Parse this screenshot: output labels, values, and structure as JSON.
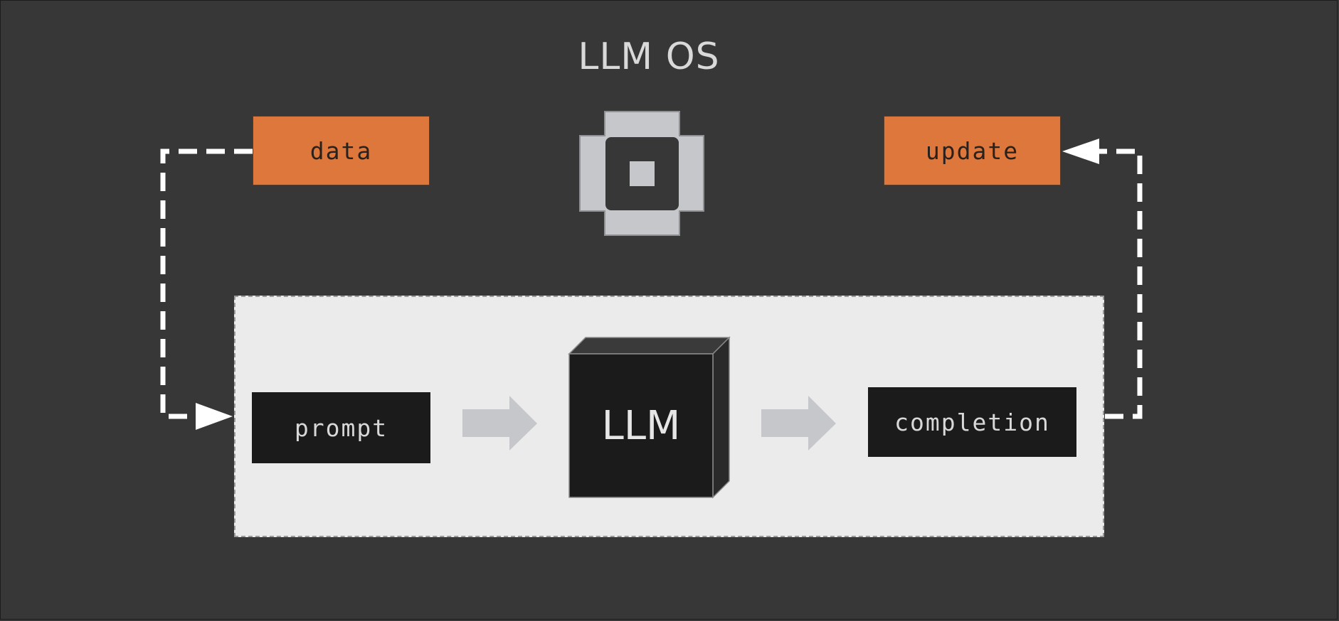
{
  "title": "LLM OS",
  "top_nodes": {
    "data": "data",
    "update": "update"
  },
  "pipeline": {
    "prompt": "prompt",
    "model": "LLM",
    "completion": "completion"
  },
  "icons": {
    "os_chip": "chip-icon",
    "forward_arrows": "arrow-right-icon",
    "model_block": "cube-icon"
  },
  "colors": {
    "background": "#373737",
    "accent_orange": "#dd773c",
    "panel": "#ebebeb",
    "dark_box": "#1b1b1b",
    "chip": "#c5c7cb",
    "connector": "#ffffff"
  }
}
